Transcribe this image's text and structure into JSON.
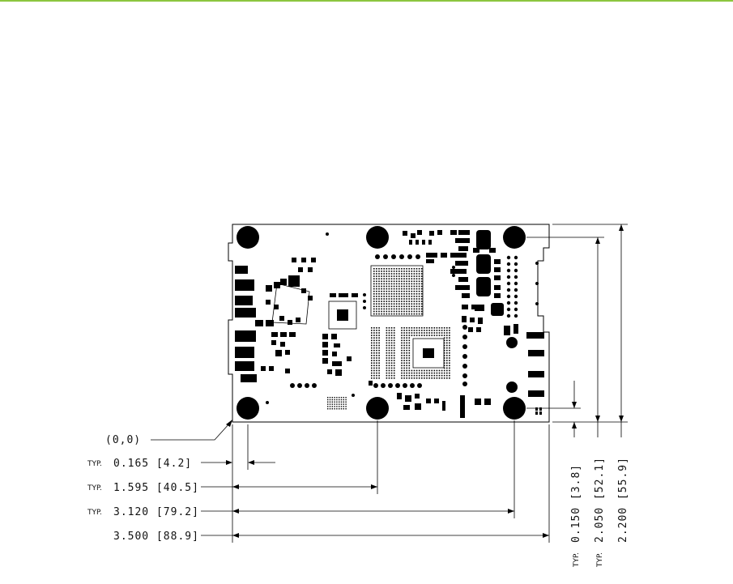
{
  "origin_label": "(0,0)",
  "typ_label": "TYP.",
  "horizontal_dims": [
    {
      "id": "h-0165",
      "typ": true,
      "text": "0.165 [4.2]"
    },
    {
      "id": "h-1595",
      "typ": true,
      "text": "1.595 [40.5]"
    },
    {
      "id": "h-3120",
      "typ": true,
      "text": "3.120 [79.2]"
    },
    {
      "id": "h-3500",
      "typ": false,
      "text": "3.500 [88.9]"
    }
  ],
  "vertical_dims": [
    {
      "id": "v-0150",
      "typ": true,
      "text": "0.150 [3.8]"
    },
    {
      "id": "v-2050",
      "typ": true,
      "text": "2.050 [52.1]"
    },
    {
      "id": "v-2200",
      "typ": false,
      "text": "2.200 [55.9]"
    }
  ],
  "colors": {
    "accent_rule": "#8cc63f",
    "ink": "#000000"
  }
}
